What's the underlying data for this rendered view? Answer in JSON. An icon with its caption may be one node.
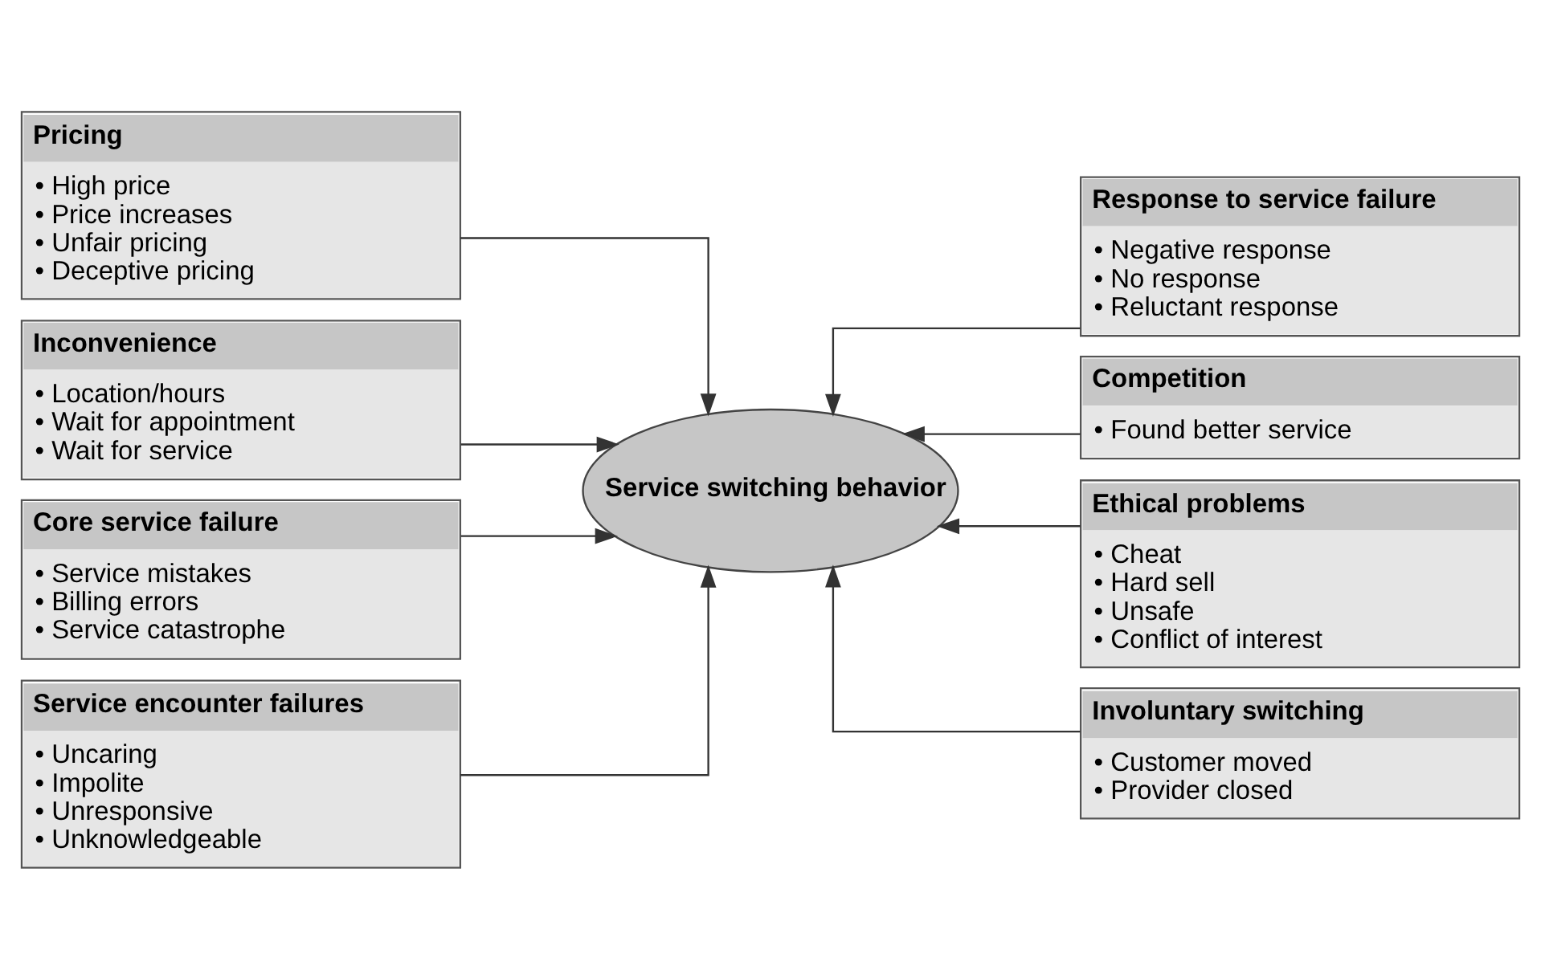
{
  "diagram": {
    "nodes": [
      {
        "text": [
          "Pricing",
          "• High price",
          "• Price increases",
          "• Unfair pricing",
          "• Deceptive pricing"
        ]
      },
      {
        "text": [
          "Inconvenience",
          "• Location/hours",
          "• Wait for appointment",
          "• Wait for service"
        ]
      },
      {
        "text": [
          "Core service failure",
          "• Service mistakes",
          "• Billing errors",
          "• Service catastrophe"
        ]
      },
      {
        "text": [
          "Service encounter failures",
          "• Uncaring",
          "• Impolite",
          "• Unresponsive",
          "• Unknowledgeable"
        ]
      },
      {
        "text": [
          "Service switching behavior"
        ]
      },
      {
        "text": [
          "Response to service failure",
          "• Negative response",
          "• No response",
          "• Reluctant response"
        ]
      },
      {
        "text": [
          "Competition",
          "• Found better service"
        ]
      },
      {
        "text": [
          "Ethical problems",
          "• Cheat",
          "• Hard sell",
          "• Unsafe",
          "• Conflict of interest"
        ]
      },
      {
        "text": [
          "Involuntary switching",
          "• Customer moved",
          "• Provider closed"
        ]
      }
    ],
    "edges": [
      {
        "from": 0,
        "to": 4,
        "arrow": "to"
      },
      {
        "from": 1,
        "to": 4,
        "arrow": "to"
      },
      {
        "from": 2,
        "to": 4,
        "arrow": "to"
      },
      {
        "from": 3,
        "to": 4,
        "arrow": "to"
      },
      {
        "from": 5,
        "to": 4,
        "arrow": "to"
      },
      {
        "from": 6,
        "to": 4,
        "arrow": "to"
      },
      {
        "from": 7,
        "to": 4,
        "arrow": "to"
      },
      {
        "from": 8,
        "to": 4,
        "arrow": "to"
      }
    ]
  }
}
